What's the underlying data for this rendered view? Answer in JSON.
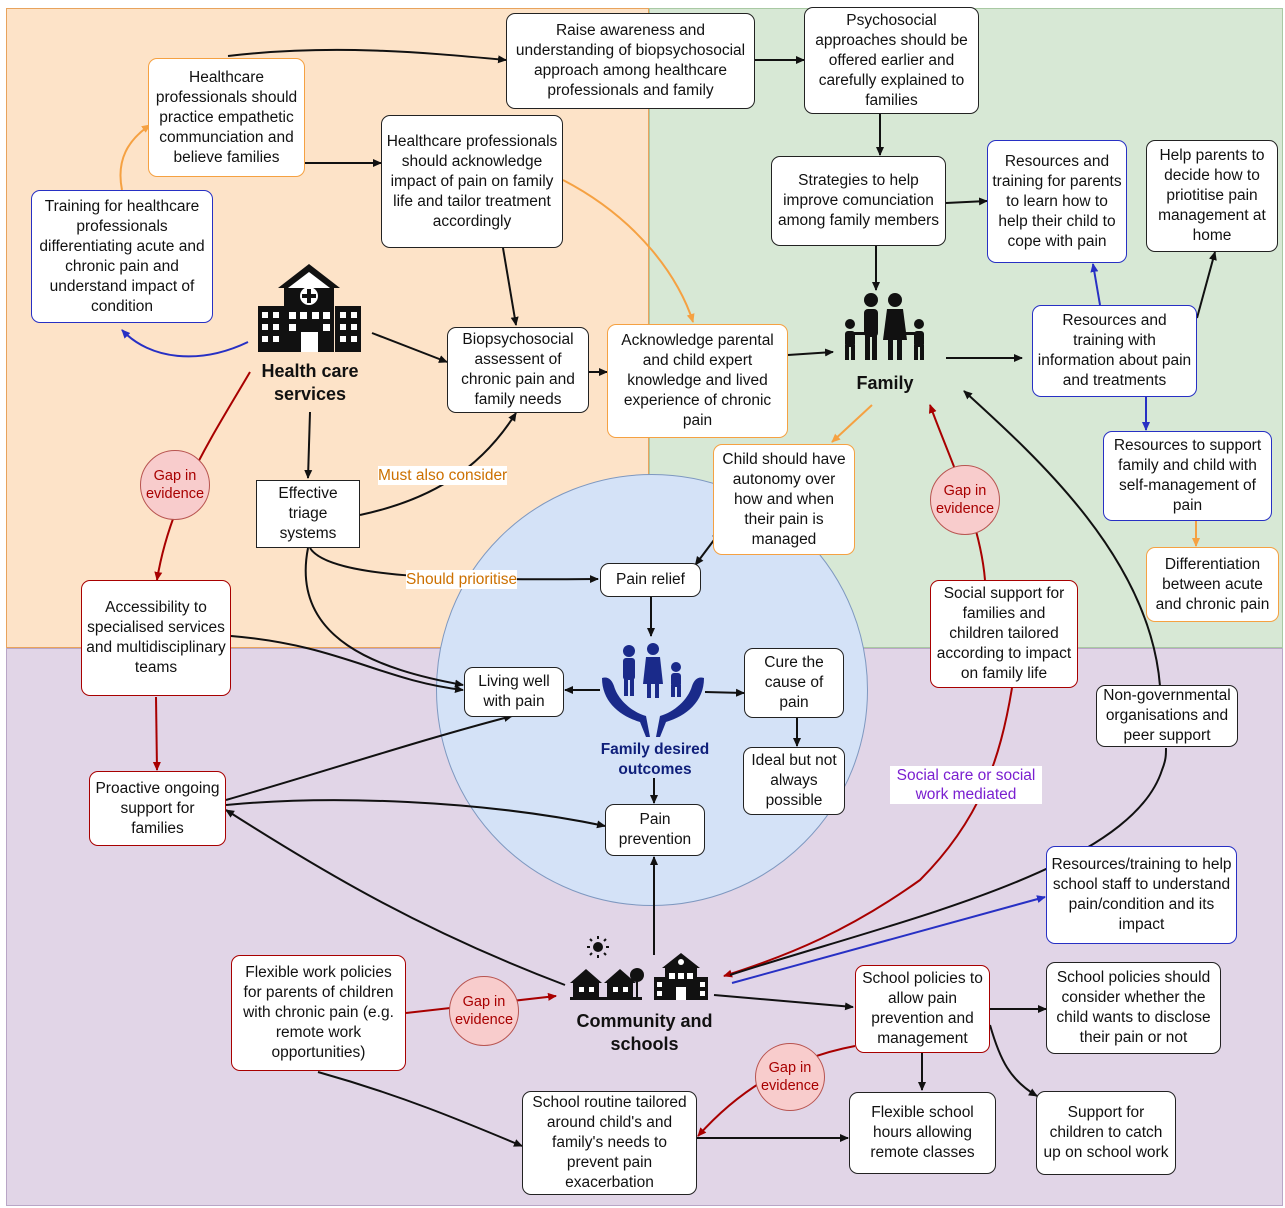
{
  "hubs": {
    "health": "Health care services",
    "family": "Family",
    "community": "Community and schools",
    "outcomes": "Family desired outcomes"
  },
  "nodes": {
    "training_hcp": "Training for healthcare professionals differentiating acute and chronic pain and understand impact of condition",
    "empathetic": "Healthcare professionals should practice empathetic communciation and believe families",
    "raise_awareness": "Raise awareness and understanding of biopsychosocial approach among healthcare professionals and family",
    "psychosocial_earlier": "Psychosocial approaches should be offered earlier and carefully explained to families",
    "acknowledge_impact": "Healthcare professionals should acknowledge impact of pain on family life and tailor treatment accordingly",
    "biopsychosocial_assessment": "Biopsychosocial assessent of chronic pain and family needs",
    "acknowledge_expert": "Acknowledge parental and child expert knowledge and lived experience of chronic pain",
    "strategies_communication": "Strategies to help improve comunciation among family members",
    "resources_parents": "Resources and training for parents to learn how to help their child to cope with pain",
    "help_prioritise": "Help parents to decide how to priotitise pain management at home",
    "resources_info": "Resources and training with information about pain and treatments",
    "resources_self_mgmt": "Resources to support family and child with self-management of pain",
    "differentiation": "Differentiation between acute and chronic pain",
    "effective_triage": "Effective triage systems",
    "child_autonomy": "Child should have autonomy over how and when their pain is managed",
    "accessibility": "Accessibility to specialised services and multidisciplinary teams",
    "pain_relief": "Pain relief",
    "living_well": "Living well with pain",
    "cure_cause": "Cure the cause of pain",
    "ideal_not_possible": "Ideal but not always possible",
    "pain_prevention": "Pain prevention",
    "proactive_support": "Proactive ongoing support for families",
    "social_support": "Social support for families and children tailored according to impact on family life",
    "ngo_peer": "Non-governmental organisations and peer support",
    "resources_school_staff": "Resources/training to help school staff to understand pain/condition and its impact",
    "flexible_work": "Flexible work policies for parents of children with chronic pain (e.g. remote work opportunities)",
    "school_policies_allow": "School policies to allow pain prevention and management",
    "school_policies_disclose": "School policies should consider whether the child wants to disclose their pain or not",
    "school_routine": "School routine tailored around child's and family's needs to prevent pain exacerbation",
    "flexible_hours": "Flexible school hours allowing remote classes",
    "catch_up": "Support for children to catch up on school work"
  },
  "gaps": {
    "gap_health": "Gap in evidence",
    "gap_family": "Gap in evidence",
    "gap_work": "Gap in evidence",
    "gap_school": "Gap in evidence"
  },
  "edge_labels": {
    "must_consider": "Must also consider",
    "should_prioritise": "Should prioritise",
    "social_care": "Social care or social work mediated"
  },
  "colors": {
    "health_region": "#fde3c8",
    "family_region": "#d7e8d5",
    "community_region": "#e1d5e7",
    "outcomes_circle": "#d4e2f7",
    "orange_arrow": "#f5a142",
    "blue_arrow": "#2730c4",
    "red_arrow": "#a80000",
    "outcomes_icon": "#1a2a8a"
  },
  "icons": {
    "health": "hospital-icon",
    "family": "family-icon",
    "community": "houses-school-sun-icon",
    "outcomes": "family-in-hands-icon"
  }
}
